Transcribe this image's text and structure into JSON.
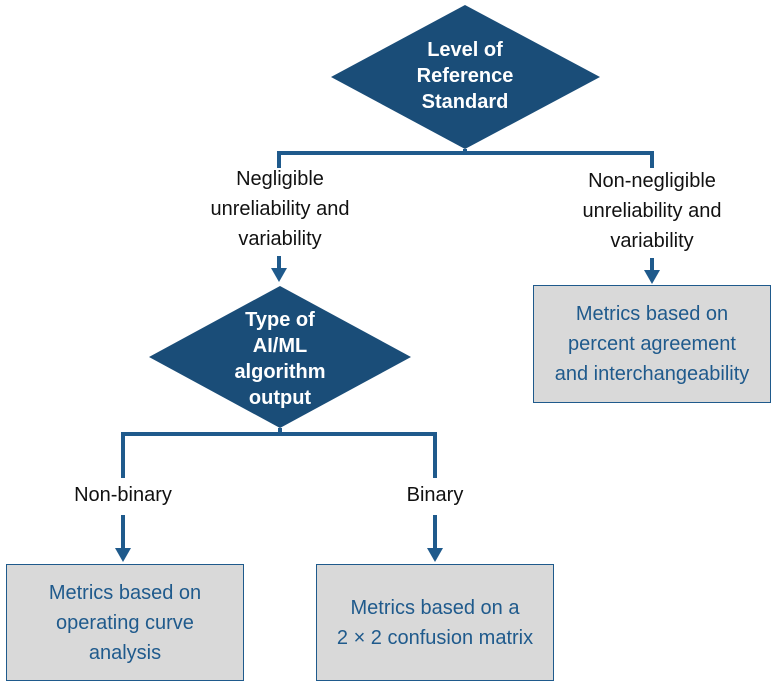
{
  "colors": {
    "diamond": "#1a4d78",
    "connector": "#1f5a8c",
    "box_fill": "#d9d9d9",
    "box_text": "#1f5a8c"
  },
  "top_decision": {
    "text": "Level of\nReference\nStandard"
  },
  "branches": {
    "left": {
      "label": "Negligible\nunreliability and\nvariability"
    },
    "right": {
      "label": "Non-negligible\nunreliability and\nvariability"
    }
  },
  "second_decision": {
    "text": "Type of\nAI/ML\nalgorithm\noutput"
  },
  "sub_branches": {
    "left": {
      "label": "Non-binary"
    },
    "right": {
      "label": "Binary"
    }
  },
  "outcomes": {
    "right_top": "Metrics based on\npercent agreement\nand interchangeability",
    "bottom_left": "Metrics based on\noperating curve\nanalysis",
    "bottom_right": "Metrics based on a\n2 × 2 confusion matrix"
  }
}
